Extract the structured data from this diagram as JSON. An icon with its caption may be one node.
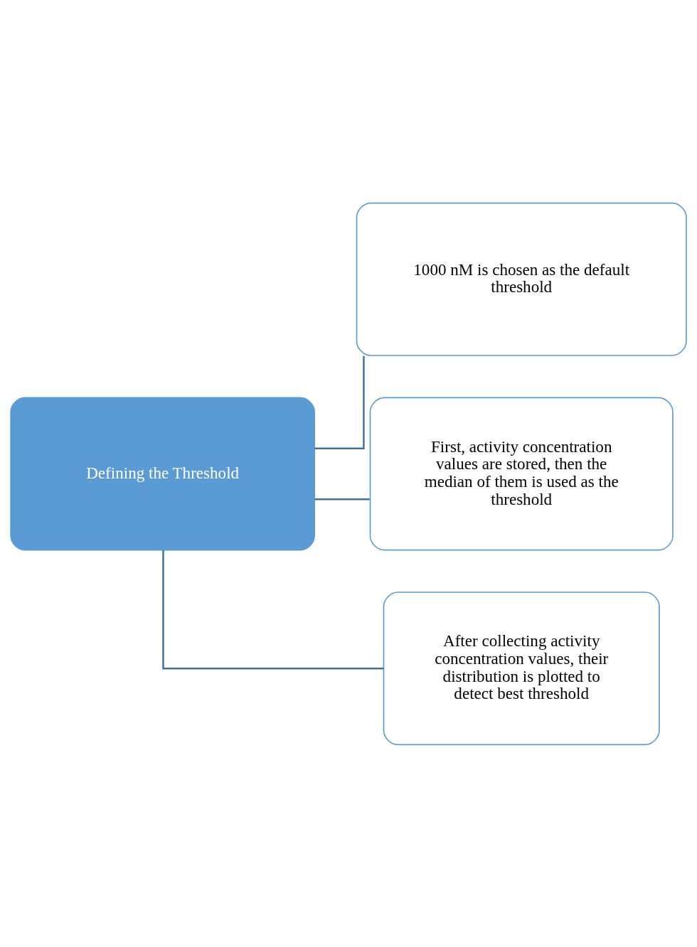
{
  "diagram": {
    "nodes": [
      {
        "text": [
          "Defining the Threshold"
        ]
      },
      {
        "text": [
          "1000 nM is chosen as the default threshold"
        ]
      },
      {
        "text": [
          "First, activity concentration values are stored, then the median of them is used as the threshold"
        ]
      },
      {
        "text": [
          "After collecting activity concentration values, their distribution is plotted to detect best threshold"
        ]
      }
    ],
    "edges": [
      {
        "from": 0,
        "to": 1,
        "arrow": "none"
      },
      {
        "from": 0,
        "to": 2,
        "arrow": "none"
      },
      {
        "from": 0,
        "to": 3,
        "arrow": "none"
      }
    ]
  }
}
